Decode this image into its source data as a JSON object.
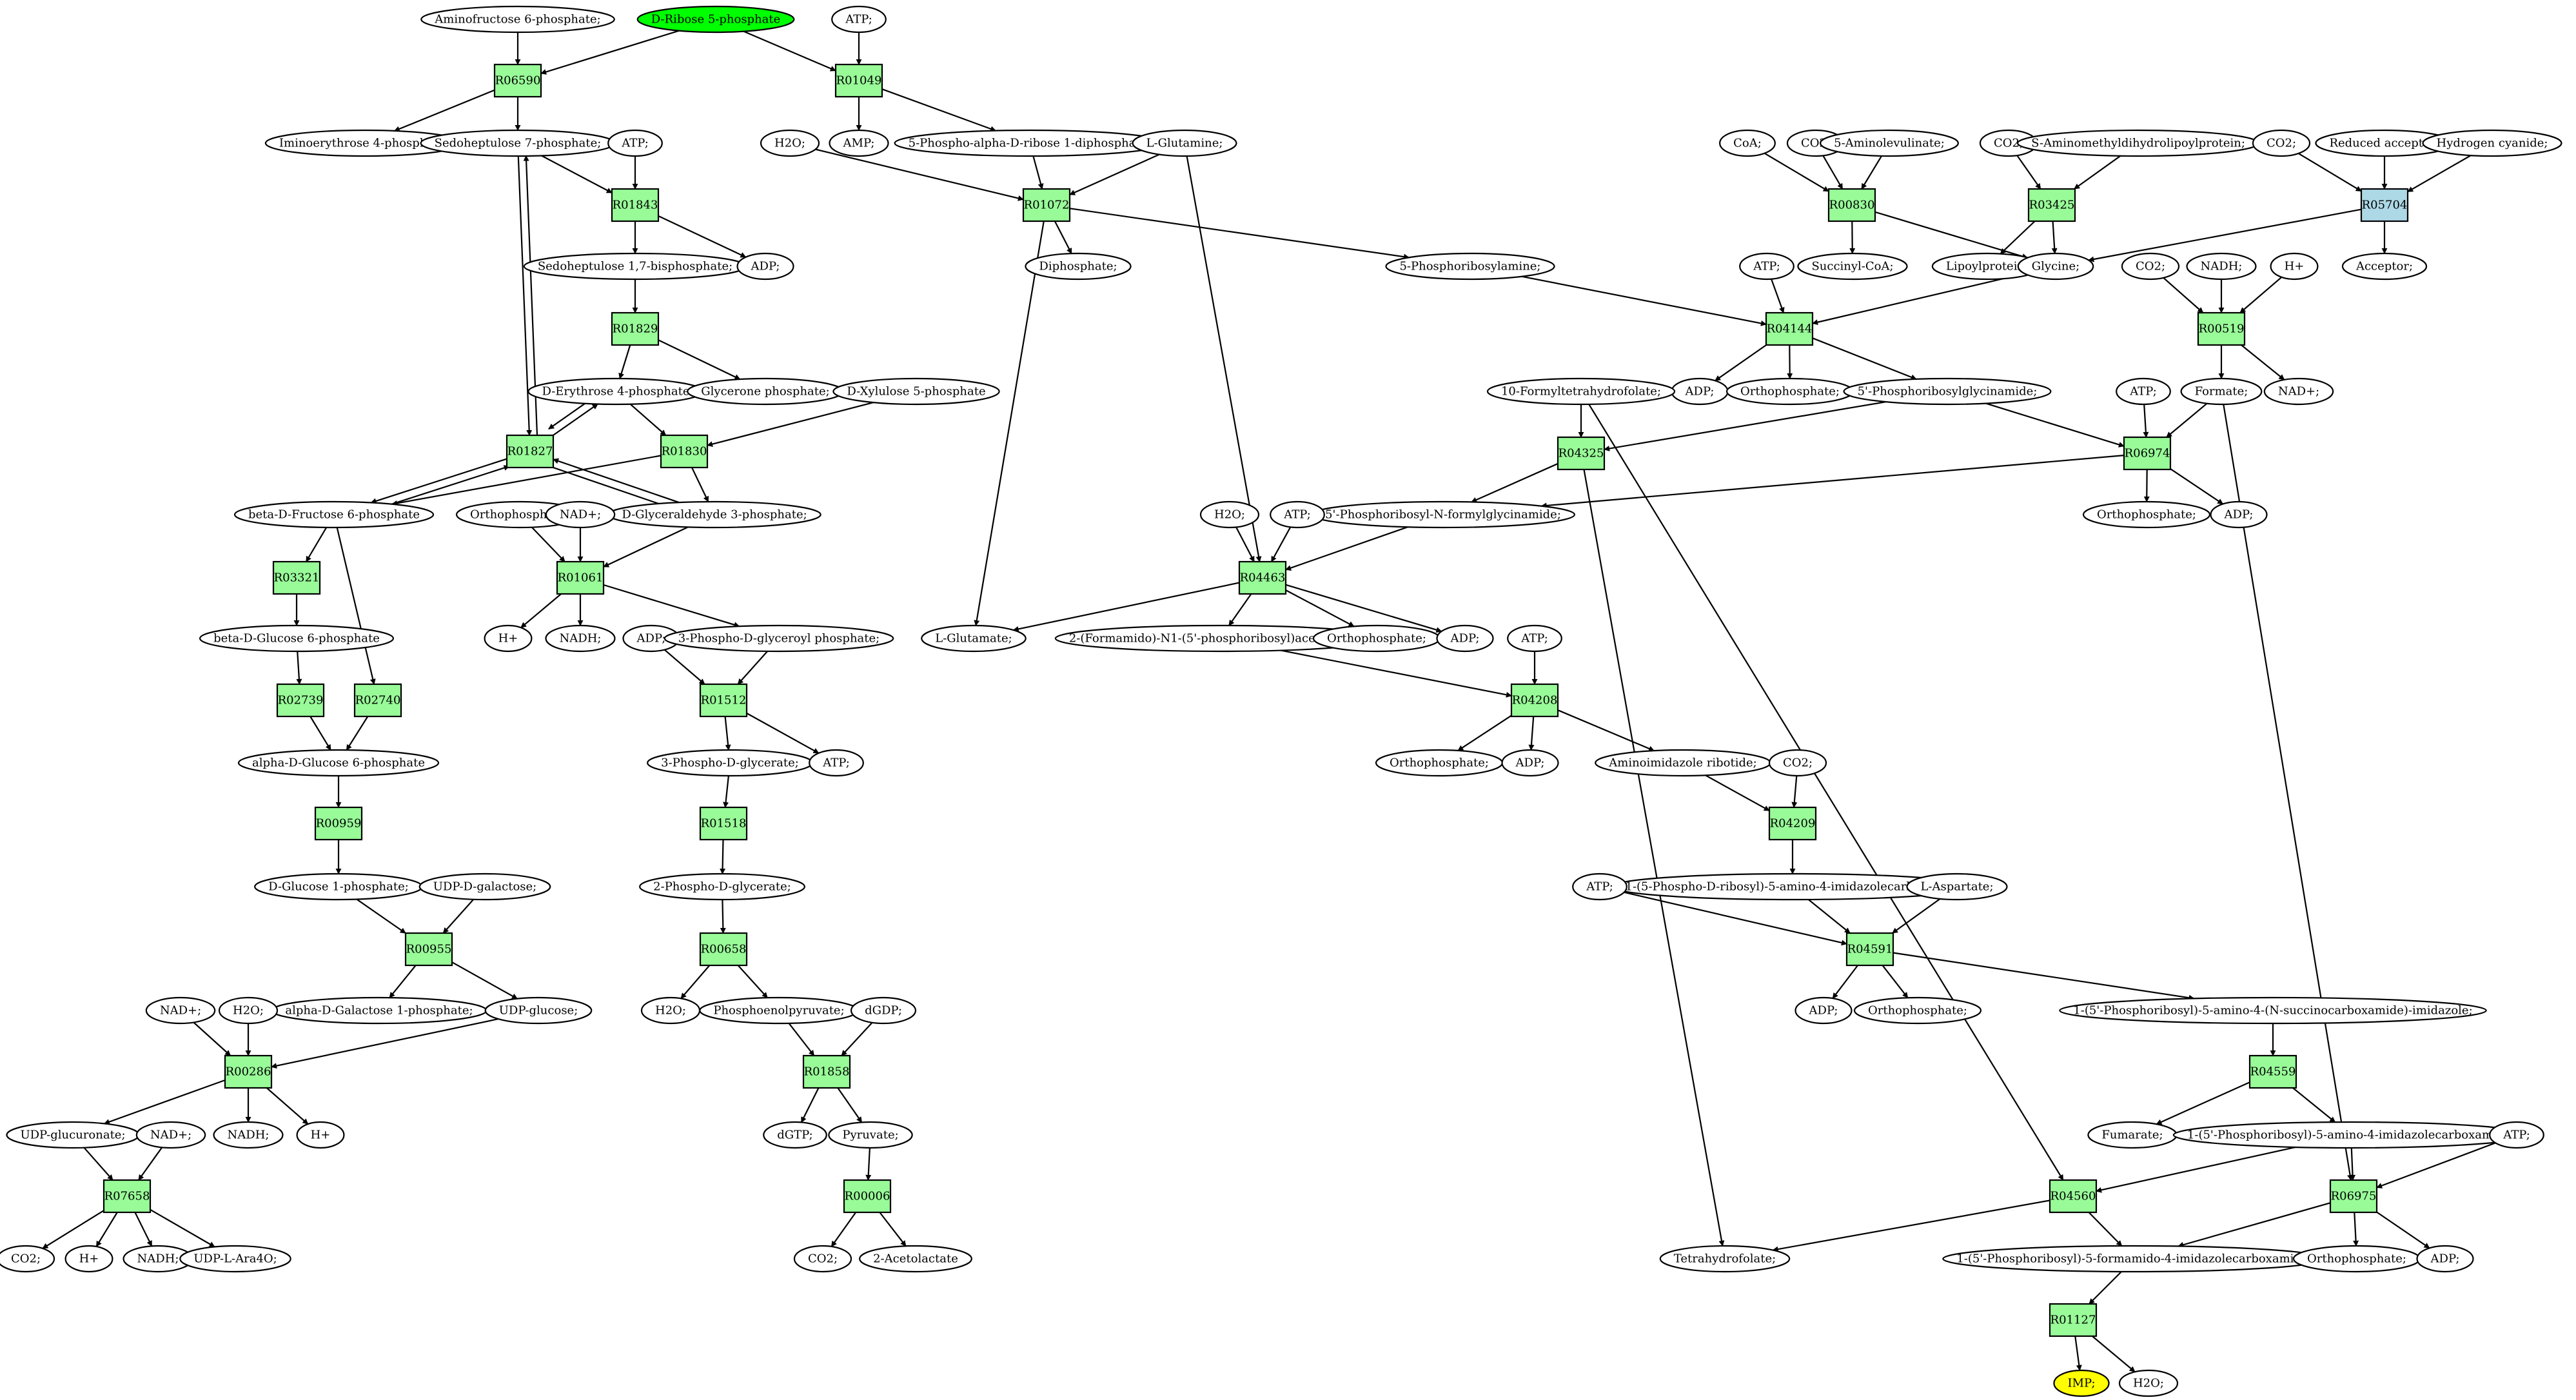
{
  "colors": {
    "reaction": "#98fb98",
    "reaction_alt": "#add8e6",
    "start": "#00ff00",
    "target": "#ffff00",
    "metabolite": "#ffffff",
    "stroke": "#000000"
  },
  "metabolites": [
    {
      "id": "m_amfru6p",
      "label": "Aminofructose 6-phosphate;"
    },
    {
      "id": "m_drib5p",
      "label": "D-Ribose 5-phosphate",
      "role": "start"
    },
    {
      "id": "m_atp_a",
      "label": "ATP;"
    },
    {
      "id": "m_imery4p",
      "label": "Iminoerythrose 4-phosphate;"
    },
    {
      "id": "m_sed7p",
      "label": "Sedoheptulose 7-phosphate;"
    },
    {
      "id": "m_atp_b",
      "label": "ATP;"
    },
    {
      "id": "m_amp",
      "label": "AMP;"
    },
    {
      "id": "m_prpp",
      "label": "5-Phospho-alpha-D-ribose 1-diphosphate;"
    },
    {
      "id": "m_h2o_a",
      "label": "H2O;"
    },
    {
      "id": "m_gln",
      "label": "L-Glutamine;"
    },
    {
      "id": "m_sedbp",
      "label": "Sedoheptulose 1,7-bisphosphate;"
    },
    {
      "id": "m_adp_a",
      "label": "ADP;"
    },
    {
      "id": "m_diphos",
      "label": "Diphosphate;"
    },
    {
      "id": "m_pram",
      "label": "5-Phosphoribosylamine;"
    },
    {
      "id": "m_e4p",
      "label": "D-Erythrose 4-phosphate"
    },
    {
      "id": "m_glyp",
      "label": "Glycerone phosphate;"
    },
    {
      "id": "m_xu5p",
      "label": "D-Xylulose 5-phosphate"
    },
    {
      "id": "m_f6p",
      "label": "beta-D-Fructose 6-phosphate"
    },
    {
      "id": "m_g3p",
      "label": "D-Glyceraldehyde 3-phosphate;"
    },
    {
      "id": "m_pi_a",
      "label": "Orthophosphate;"
    },
    {
      "id": "m_nad_a",
      "label": "NAD+;"
    },
    {
      "id": "m_bg6p",
      "label": "beta-D-Glucose 6-phosphate"
    },
    {
      "id": "m_h_a",
      "label": "H+"
    },
    {
      "id": "m_nadh_a",
      "label": "NADH;"
    },
    {
      "id": "m_adp_b",
      "label": "ADP;"
    },
    {
      "id": "m_13dpg",
      "label": "3-Phospho-D-glyceroyl phosphate;"
    },
    {
      "id": "m_ag6p",
      "label": "alpha-D-Glucose 6-phosphate"
    },
    {
      "id": "m_3pg",
      "label": "3-Phospho-D-glycerate;"
    },
    {
      "id": "m_atp_c",
      "label": "ATP;"
    },
    {
      "id": "m_g1p",
      "label": "D-Glucose 1-phosphate;"
    },
    {
      "id": "m_udpgal",
      "label": "UDP-D-galactose;"
    },
    {
      "id": "m_2pg",
      "label": "2-Phospho-D-glycerate;"
    },
    {
      "id": "m_gal1p",
      "label": "alpha-D-Galactose 1-phosphate;"
    },
    {
      "id": "m_udpglc",
      "label": "UDP-glucose;"
    },
    {
      "id": "m_h2o_b",
      "label": "H2O;"
    },
    {
      "id": "m_pep",
      "label": "Phosphoenolpyruvate;"
    },
    {
      "id": "m_dgdp",
      "label": "dGDP;"
    },
    {
      "id": "m_nad_b",
      "label": "NAD+;"
    },
    {
      "id": "m_h2o_c",
      "label": "H2O;"
    },
    {
      "id": "m_udpglcur",
      "label": "UDP-glucuronate;"
    },
    {
      "id": "m_nadh_b",
      "label": "NADH;"
    },
    {
      "id": "m_h_b",
      "label": "H+"
    },
    {
      "id": "m_nad_c",
      "label": "NAD+;"
    },
    {
      "id": "m_dgtp",
      "label": "dGTP;"
    },
    {
      "id": "m_pyr",
      "label": "Pyruvate;"
    },
    {
      "id": "m_co2_a",
      "label": "CO2;"
    },
    {
      "id": "m_h_c",
      "label": "H+"
    },
    {
      "id": "m_nadh_c",
      "label": "NADH;"
    },
    {
      "id": "m_udpara",
      "label": "UDP-L-Ara4O;"
    },
    {
      "id": "m_co2_b",
      "label": "CO2;"
    },
    {
      "id": "m_acl",
      "label": "2-Acetolactate"
    },
    {
      "id": "m_coa",
      "label": "CoA;"
    },
    {
      "id": "m_co2_c",
      "label": "CO2;"
    },
    {
      "id": "m_ala",
      "label": "5-Aminolevulinate;"
    },
    {
      "id": "m_co2_d",
      "label": "CO2;"
    },
    {
      "id": "m_amlp",
      "label": "S-Aminomethyldihydrolipoylprotein;"
    },
    {
      "id": "m_co2_e",
      "label": "CO2;"
    },
    {
      "id": "m_racc",
      "label": "Reduced acceptor;"
    },
    {
      "id": "m_hcn",
      "label": "Hydrogen cyanide;"
    },
    {
      "id": "m_succoa",
      "label": "Succinyl-CoA;"
    },
    {
      "id": "m_lipo",
      "label": "Lipoylprotein;"
    },
    {
      "id": "m_gly",
      "label": "Glycine;"
    },
    {
      "id": "m_acc",
      "label": "Acceptor;"
    },
    {
      "id": "m_atp_d",
      "label": "ATP;"
    },
    {
      "id": "m_co2_f",
      "label": "CO2;"
    },
    {
      "id": "m_nadh_d",
      "label": "NADH;"
    },
    {
      "id": "m_h_d",
      "label": "H+"
    },
    {
      "id": "m_adp_c",
      "label": "ADP;"
    },
    {
      "id": "m_pi_b",
      "label": "Orthophosphate;"
    },
    {
      "id": "m_gar",
      "label": "5'-Phosphoribosylglycinamide;"
    },
    {
      "id": "m_10fthf",
      "label": "10-Formyltetrahydrofolate;"
    },
    {
      "id": "m_atp_e",
      "label": "ATP;"
    },
    {
      "id": "m_formate",
      "label": "Formate;"
    },
    {
      "id": "m_nad_d",
      "label": "NAD+;"
    },
    {
      "id": "m_fgar",
      "label": "5'-Phosphoribosyl-N-formylglycinamide;"
    },
    {
      "id": "m_pi_c",
      "label": "Orthophosphate;"
    },
    {
      "id": "m_adp_d",
      "label": "ADP;"
    },
    {
      "id": "m_h2o_d",
      "label": "H2O;"
    },
    {
      "id": "m_atp_f",
      "label": "ATP;"
    },
    {
      "id": "m_glu",
      "label": "L-Glutamate;"
    },
    {
      "id": "m_fgam",
      "label": "2-(Formamido)-N1-(5'-phosphoribosyl)acetamidine;"
    },
    {
      "id": "m_pi_d",
      "label": "Orthophosphate;"
    },
    {
      "id": "m_adp_e",
      "label": "ADP;"
    },
    {
      "id": "m_atp_g",
      "label": "ATP;"
    },
    {
      "id": "m_pi_e",
      "label": "Orthophosphate;"
    },
    {
      "id": "m_adp_f",
      "label": "ADP;"
    },
    {
      "id": "m_air",
      "label": "Aminoimidazole ribotide;"
    },
    {
      "id": "m_co2_g",
      "label": "CO2;"
    },
    {
      "id": "m_cair",
      "label": "1-(5-Phospho-D-ribosyl)-5-amino-4-imidazolecarboxylate;"
    },
    {
      "id": "m_atp_h",
      "label": "ATP;"
    },
    {
      "id": "m_asp",
      "label": "L-Aspartate;"
    },
    {
      "id": "m_adp_g",
      "label": "ADP;"
    },
    {
      "id": "m_pi_f",
      "label": "Orthophosphate;"
    },
    {
      "id": "m_saicar",
      "label": "1-(5'-Phosphoribosyl)-5-amino-4-(N-succinocarboxamide)-imidazole;"
    },
    {
      "id": "m_fum",
      "label": "Fumarate;"
    },
    {
      "id": "m_aicar",
      "label": "1-(5'-Phosphoribosyl)-5-amino-4-imidazolecarboxamide;"
    },
    {
      "id": "m_atp_i",
      "label": "ATP;"
    },
    {
      "id": "m_thf",
      "label": "Tetrahydrofolate;"
    },
    {
      "id": "m_faicar",
      "label": "1-(5'-Phosphoribosyl)-5-formamido-4-imidazolecarboxamide;"
    },
    {
      "id": "m_pi_g",
      "label": "Orthophosphate;"
    },
    {
      "id": "m_adp_h",
      "label": "ADP;"
    },
    {
      "id": "m_imp",
      "label": "IMP;",
      "role": "target"
    },
    {
      "id": "m_h2o_e",
      "label": "H2O;"
    }
  ],
  "reactions": [
    {
      "id": "R06590",
      "label": "R06590"
    },
    {
      "id": "R01049",
      "label": "R01049"
    },
    {
      "id": "R01843",
      "label": "R01843"
    },
    {
      "id": "R01072",
      "label": "R01072"
    },
    {
      "id": "R01829",
      "label": "R01829"
    },
    {
      "id": "R01827",
      "label": "R01827"
    },
    {
      "id": "R01830",
      "label": "R01830"
    },
    {
      "id": "R01061",
      "label": "R01061"
    },
    {
      "id": "R03321",
      "label": "R03321"
    },
    {
      "id": "R02739",
      "label": "R02739"
    },
    {
      "id": "R02740",
      "label": "R02740"
    },
    {
      "id": "R01512",
      "label": "R01512"
    },
    {
      "id": "R00959",
      "label": "R00959"
    },
    {
      "id": "R01518",
      "label": "R01518"
    },
    {
      "id": "R00955",
      "label": "R00955"
    },
    {
      "id": "R00658",
      "label": "R00658"
    },
    {
      "id": "R00286",
      "label": "R00286"
    },
    {
      "id": "R01858",
      "label": "R01858"
    },
    {
      "id": "R07658",
      "label": "R07658"
    },
    {
      "id": "R00006",
      "label": "R00006"
    },
    {
      "id": "R00830",
      "label": "R00830"
    },
    {
      "id": "R03425",
      "label": "R03425"
    },
    {
      "id": "R05704",
      "label": "R05704",
      "variant": "alt"
    },
    {
      "id": "R04144",
      "label": "R04144"
    },
    {
      "id": "R00519",
      "label": "R00519"
    },
    {
      "id": "R04325",
      "label": "R04325"
    },
    {
      "id": "R06974",
      "label": "R06974"
    },
    {
      "id": "R04463",
      "label": "R04463"
    },
    {
      "id": "R04208",
      "label": "R04208"
    },
    {
      "id": "R04209",
      "label": "R04209"
    },
    {
      "id": "R04591",
      "label": "R04591"
    },
    {
      "id": "R04559",
      "label": "R04559"
    },
    {
      "id": "R04560",
      "label": "R04560"
    },
    {
      "id": "R06975",
      "label": "R06975"
    },
    {
      "id": "R01127",
      "label": "R01127"
    }
  ],
  "edges": [
    [
      "m_amfru6p",
      "R06590"
    ],
    [
      "m_drib5p",
      "R06590"
    ],
    [
      "R06590",
      "m_imery4p"
    ],
    [
      "R06590",
      "m_sed7p"
    ],
    [
      "m_drib5p",
      "R01049"
    ],
    [
      "m_atp_a",
      "R01049"
    ],
    [
      "R01049",
      "m_amp"
    ],
    [
      "R01049",
      "m_prpp"
    ],
    [
      "m_sed7p",
      "R01843"
    ],
    [
      "m_atp_b",
      "R01843"
    ],
    [
      "R01843",
      "m_sedbp"
    ],
    [
      "R01843",
      "m_adp_a"
    ],
    [
      "m_h2o_a",
      "R01072"
    ],
    [
      "m_prpp",
      "R01072"
    ],
    [
      "m_gln",
      "R01072"
    ],
    [
      "R01072",
      "m_diphos"
    ],
    [
      "R01072",
      "m_pram"
    ],
    [
      "R01072",
      "m_glu"
    ],
    [
      "m_sedbp",
      "R01829"
    ],
    [
      "R01829",
      "m_e4p"
    ],
    [
      "R01829",
      "m_glyp"
    ],
    [
      "m_sed7p",
      "R01827"
    ],
    [
      "R01827",
      "m_sed7p"
    ],
    [
      "m_g3p",
      "R01827"
    ],
    [
      "R01827",
      "m_g3p"
    ],
    [
      "R01827",
      "m_e4p"
    ],
    [
      "m_e4p",
      "R01827"
    ],
    [
      "R01827",
      "m_f6p"
    ],
    [
      "m_f6p",
      "R01827"
    ],
    [
      "m_e4p",
      "R01830"
    ],
    [
      "m_xu5p",
      "R01830"
    ],
    [
      "R01830",
      "m_f6p"
    ],
    [
      "R01830",
      "m_g3p"
    ],
    [
      "m_pi_a",
      "R01061"
    ],
    [
      "m_nad_a",
      "R01061"
    ],
    [
      "m_g3p",
      "R01061"
    ],
    [
      "R01061",
      "m_h_a"
    ],
    [
      "R01061",
      "m_nadh_a"
    ],
    [
      "R01061",
      "m_13dpg"
    ],
    [
      "m_f6p",
      "R03321"
    ],
    [
      "R03321",
      "m_bg6p"
    ],
    [
      "m_bg6p",
      "R02739"
    ],
    [
      "R02739",
      "m_ag6p"
    ],
    [
      "m_f6p",
      "R02740"
    ],
    [
      "R02740",
      "m_ag6p"
    ],
    [
      "m_adp_b",
      "R01512"
    ],
    [
      "m_13dpg",
      "R01512"
    ],
    [
      "R01512",
      "m_3pg"
    ],
    [
      "R01512",
      "m_atp_c"
    ],
    [
      "m_ag6p",
      "R00959"
    ],
    [
      "R00959",
      "m_g1p"
    ],
    [
      "m_3pg",
      "R01518"
    ],
    [
      "R01518",
      "m_2pg"
    ],
    [
      "m_g1p",
      "R00955"
    ],
    [
      "m_udpgal",
      "R00955"
    ],
    [
      "R00955",
      "m_gal1p"
    ],
    [
      "R00955",
      "m_udpglc"
    ],
    [
      "m_2pg",
      "R00658"
    ],
    [
      "R00658",
      "m_h2o_b"
    ],
    [
      "R00658",
      "m_pep"
    ],
    [
      "m_nad_b",
      "R00286"
    ],
    [
      "m_h2o_c",
      "R00286"
    ],
    [
      "m_udpglc",
      "R00286"
    ],
    [
      "R00286",
      "m_udpglcur"
    ],
    [
      "R00286",
      "m_nadh_b"
    ],
    [
      "R00286",
      "m_h_b"
    ],
    [
      "m_pep",
      "R01858"
    ],
    [
      "m_dgdp",
      "R01858"
    ],
    [
      "R01858",
      "m_dgtp"
    ],
    [
      "R01858",
      "m_pyr"
    ],
    [
      "m_udpglcur",
      "R07658"
    ],
    [
      "m_nad_c",
      "R07658"
    ],
    [
      "R07658",
      "m_co2_a"
    ],
    [
      "R07658",
      "m_h_c"
    ],
    [
      "R07658",
      "m_nadh_c"
    ],
    [
      "R07658",
      "m_udpara"
    ],
    [
      "m_pyr",
      "R00006"
    ],
    [
      "R00006",
      "m_co2_b"
    ],
    [
      "R00006",
      "m_acl"
    ],
    [
      "m_coa",
      "R00830"
    ],
    [
      "m_co2_c",
      "R00830"
    ],
    [
      "m_ala",
      "R00830"
    ],
    [
      "R00830",
      "m_succoa"
    ],
    [
      "R00830",
      "m_gly"
    ],
    [
      "m_co2_d",
      "R03425"
    ],
    [
      "m_amlp",
      "R03425"
    ],
    [
      "R03425",
      "m_lipo"
    ],
    [
      "R03425",
      "m_gly"
    ],
    [
      "m_co2_e",
      "R05704"
    ],
    [
      "m_racc",
      "R05704"
    ],
    [
      "m_hcn",
      "R05704"
    ],
    [
      "R05704",
      "m_gly"
    ],
    [
      "R05704",
      "m_acc"
    ],
    [
      "m_atp_d",
      "R04144"
    ],
    [
      "m_pram",
      "R04144"
    ],
    [
      "m_gly",
      "R04144"
    ],
    [
      "R04144",
      "m_adp_c"
    ],
    [
      "R04144",
      "m_pi_b"
    ],
    [
      "R04144",
      "m_gar"
    ],
    [
      "m_co2_f",
      "R00519"
    ],
    [
      "m_nadh_d",
      "R00519"
    ],
    [
      "m_h_d",
      "R00519"
    ],
    [
      "R00519",
      "m_formate"
    ],
    [
      "R00519",
      "m_nad_d"
    ],
    [
      "m_10fthf",
      "R04325"
    ],
    [
      "m_gar",
      "R04325"
    ],
    [
      "R04325",
      "m_fgar"
    ],
    [
      "R04325",
      "m_thf"
    ],
    [
      "m_atp_e",
      "R06974"
    ],
    [
      "m_gar",
      "R06974"
    ],
    [
      "m_formate",
      "R06974"
    ],
    [
      "R06974",
      "m_fgar"
    ],
    [
      "R06974",
      "m_pi_c"
    ],
    [
      "R06974",
      "m_adp_d"
    ],
    [
      "m_h2o_d",
      "R04463"
    ],
    [
      "m_atp_f",
      "R04463"
    ],
    [
      "m_fgar",
      "R04463"
    ],
    [
      "m_gln",
      "R04463"
    ],
    [
      "R04463",
      "m_glu"
    ],
    [
      "R04463",
      "m_fgam"
    ],
    [
      "R04463",
      "m_pi_d"
    ],
    [
      "R04463",
      "m_adp_e"
    ],
    [
      "m_atp_g",
      "R04208"
    ],
    [
      "m_fgam",
      "R04208"
    ],
    [
      "R04208",
      "m_pi_e"
    ],
    [
      "R04208",
      "m_adp_f"
    ],
    [
      "R04208",
      "m_air"
    ],
    [
      "m_air",
      "R04209"
    ],
    [
      "m_co2_g",
      "R04209"
    ],
    [
      "R04209",
      "m_cair"
    ],
    [
      "m_atp_h",
      "R04591"
    ],
    [
      "m_cair",
      "R04591"
    ],
    [
      "m_asp",
      "R04591"
    ],
    [
      "R04591",
      "m_adp_g"
    ],
    [
      "R04591",
      "m_pi_f"
    ],
    [
      "R04591",
      "m_saicar"
    ],
    [
      "m_saicar",
      "R04559"
    ],
    [
      "R04559",
      "m_fum"
    ],
    [
      "R04559",
      "m_aicar"
    ],
    [
      "m_10fthf",
      "R04560"
    ],
    [
      "m_aicar",
      "R04560"
    ],
    [
      "R04560",
      "m_thf"
    ],
    [
      "R04560",
      "m_faicar"
    ],
    [
      "m_aicar",
      "R06975"
    ],
    [
      "m_atp_i",
      "R06975"
    ],
    [
      "m_formate",
      "R06975"
    ],
    [
      "R06975",
      "m_faicar"
    ],
    [
      "R06975",
      "m_pi_g"
    ],
    [
      "R06975",
      "m_adp_h"
    ],
    [
      "m_faicar",
      "R01127"
    ],
    [
      "R01127",
      "m_imp"
    ],
    [
      "R01127",
      "m_h2o_e"
    ]
  ]
}
